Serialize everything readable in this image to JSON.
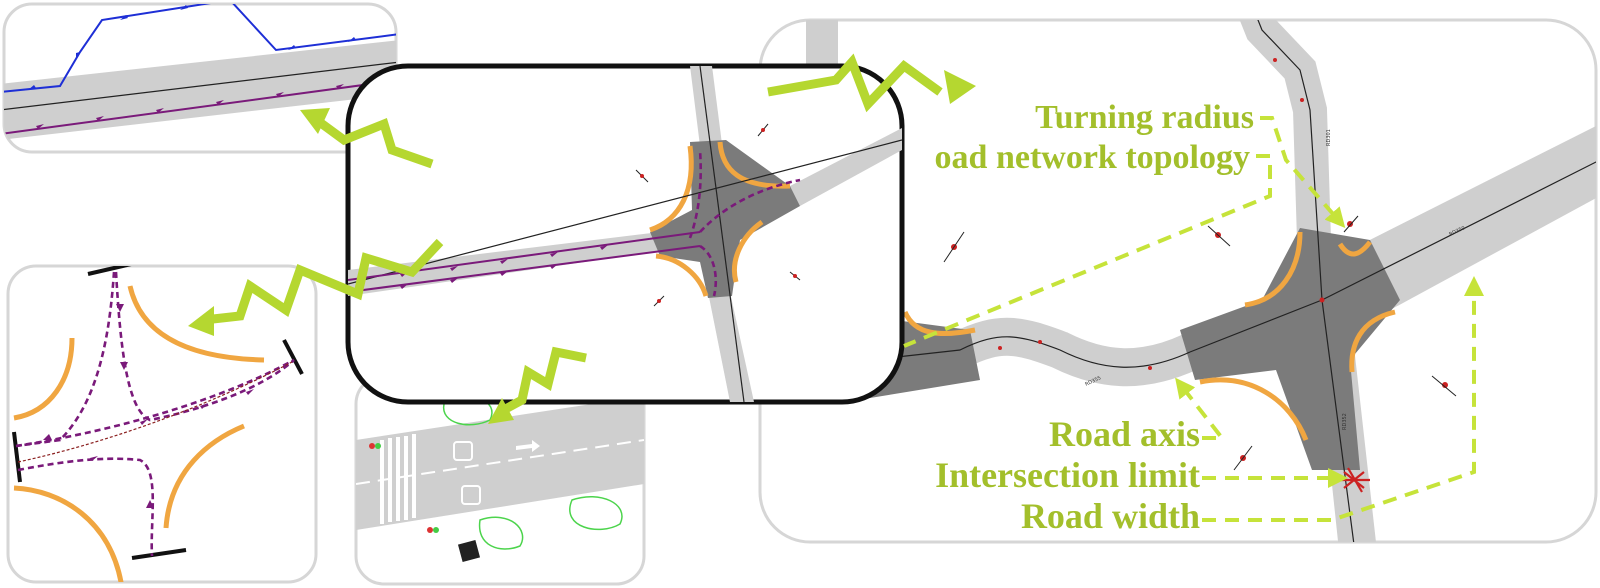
{
  "callouts": [
    {
      "id": "turning-radius",
      "text": "Turning radius"
    },
    {
      "id": "road-network-topology",
      "text": "oad network topology"
    },
    {
      "id": "road-axis",
      "text": "Road axis"
    },
    {
      "id": "intersection-limit",
      "text": "Intersection limit"
    },
    {
      "id": "road-width",
      "text": "Road width"
    }
  ],
  "panels": [
    "lanes-detail-top-left",
    "turning-paths-detail-left",
    "intersection-main-center",
    "road-markings-detail-bottom",
    "road-geometry-right"
  ],
  "colors": {
    "callout": "#a3bf2b",
    "leader": "#c6e33a",
    "road": "#cfcfcf",
    "intersection": "#7b7b7b",
    "curb": "#f0a641",
    "lane_purple": "#7a1a7a",
    "lane_blue": "#1e2fd6",
    "panel_border": "#d6d6d6"
  }
}
